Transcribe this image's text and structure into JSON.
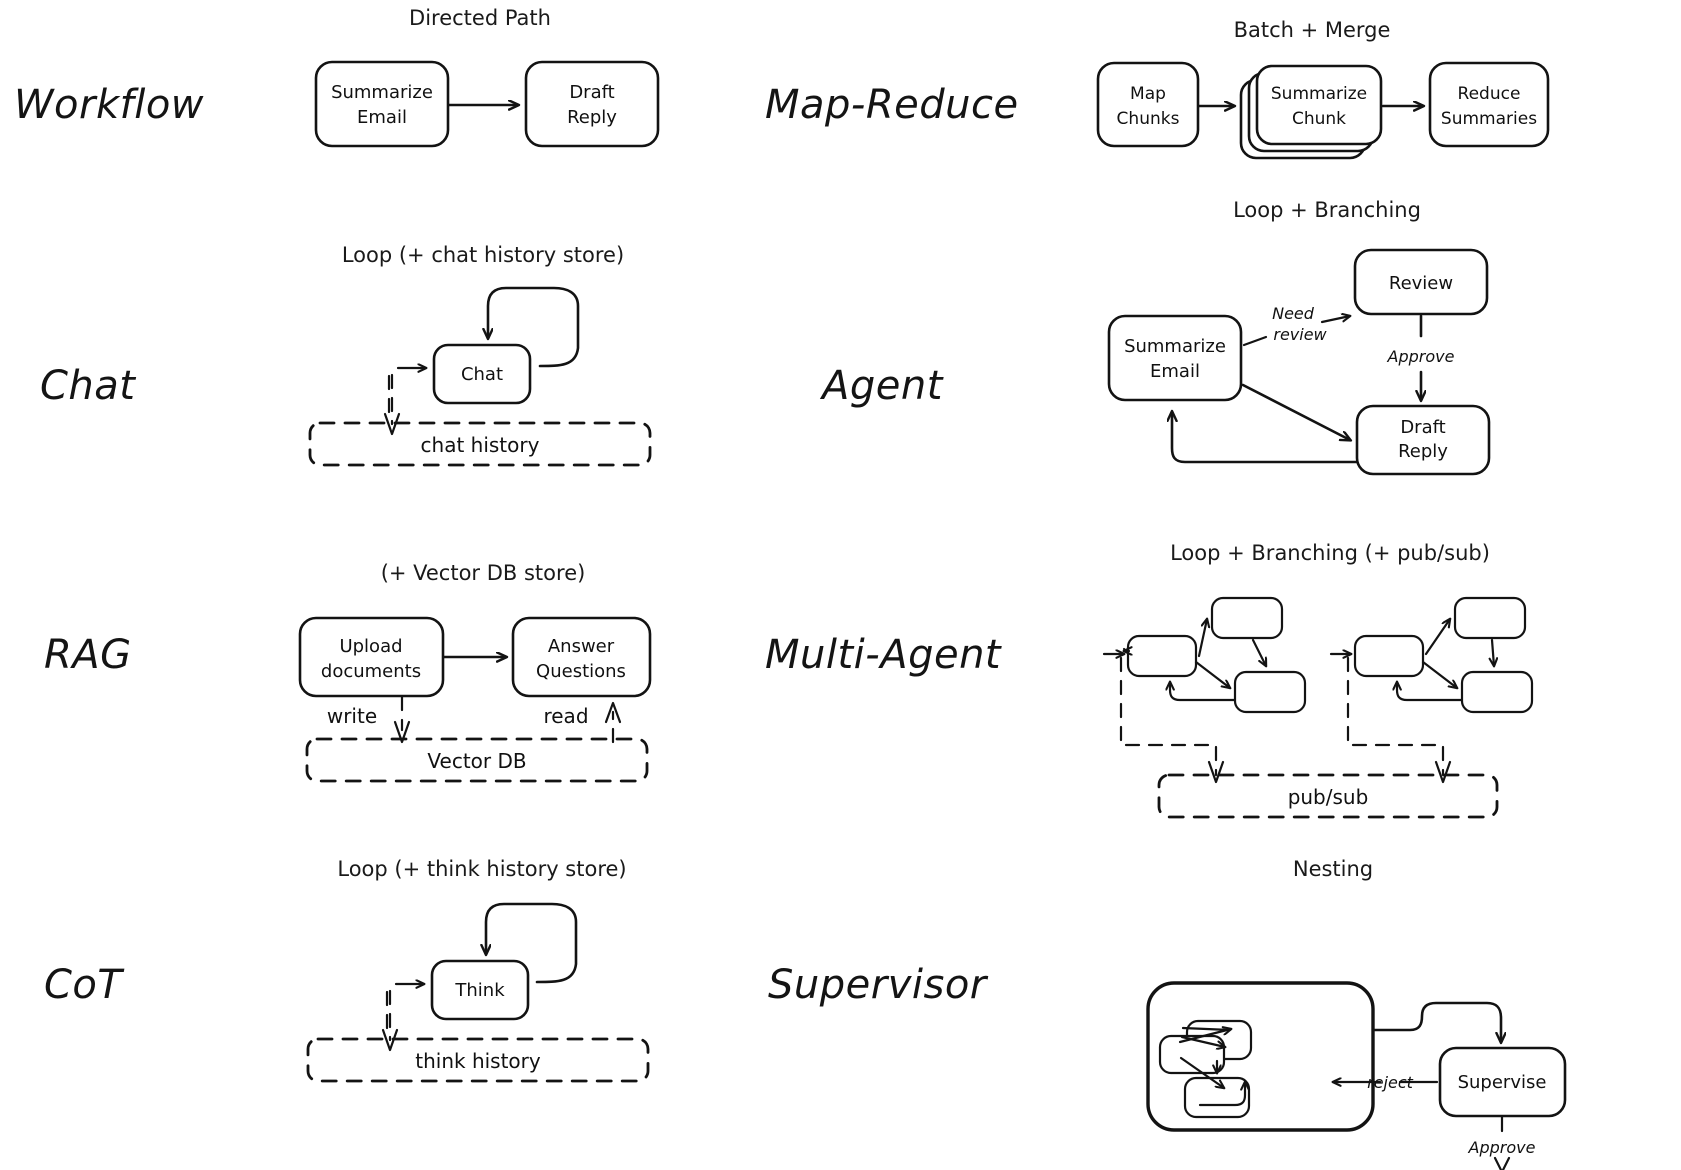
{
  "title_note": "Agent architecture patterns diagram",
  "rows": [
    {
      "label": "Workflow",
      "caption": "Directed Path",
      "nodes": [
        "Summarize Email",
        "Draft Reply"
      ]
    },
    {
      "label": "Map-Reduce",
      "caption": "Batch + Merge",
      "nodes": [
        "Map Chunks",
        "Summarize Chunk",
        "Reduce Summaries"
      ]
    },
    {
      "label": "Chat",
      "caption": "Loop (+ chat history store)",
      "nodes": [
        "Chat"
      ],
      "store": "chat history"
    },
    {
      "label": "Agent",
      "caption": "Loop + Branching",
      "nodes": [
        "Summarize Email",
        "Review",
        "Draft Reply"
      ],
      "edge_labels": [
        "Need",
        "review",
        "Approve"
      ]
    },
    {
      "label": "RAG",
      "caption": "(+ Vector DB store)",
      "nodes": [
        "Upload documents",
        "Answer Questions"
      ],
      "store": "Vector DB",
      "edge_labels": [
        "write",
        "read"
      ]
    },
    {
      "label": "Multi-Agent",
      "caption": "Loop + Branching (+ pub/sub)",
      "store": "pub/sub"
    },
    {
      "label": "CoT",
      "caption": "Loop (+ think history store)",
      "nodes": [
        "Think"
      ],
      "store": "think history"
    },
    {
      "label": "Supervisor",
      "caption": "Nesting",
      "nodes": [
        "Supervise"
      ],
      "edge_labels": [
        "reject",
        "Approve"
      ]
    }
  ],
  "labels": {
    "workflow": "Workflow",
    "map_reduce": "Map-Reduce",
    "chat": "Chat",
    "agent": "Agent",
    "rag": "RAG",
    "multi_agent": "Multi-Agent",
    "cot": "CoT",
    "supervisor": "Supervisor"
  },
  "captions": {
    "directed_path": "Directed Path",
    "batch_merge": "Batch + Merge",
    "chat_loop": "Loop (+ chat history store)",
    "agent_loop": "Loop + Branching",
    "rag_store": "(+ Vector DB store)",
    "multi_agent_loop": "Loop + Branching (+ pub/sub)",
    "cot_loop": "Loop (+ think history store)",
    "nesting": "Nesting"
  },
  "nodes": {
    "summarize_email_1": "Summarize",
    "summarize_email_2": "Email",
    "draft_reply_1": "Draft",
    "draft_reply_2": "Reply",
    "map_chunks_1": "Map",
    "map_chunks_2": "Chunks",
    "summarize_chunk_1": "Summarize",
    "summarize_chunk_2": "Chunk",
    "reduce_summaries_1": "Reduce",
    "reduce_summaries_2": "Summaries",
    "chat": "Chat",
    "agent_summarize_1": "Summarize",
    "agent_summarize_2": "Email",
    "review": "Review",
    "agent_draft_1": "Draft",
    "agent_draft_2": "Reply",
    "upload_documents_1": "Upload",
    "upload_documents_2": "documents",
    "answer_questions_1": "Answer",
    "answer_questions_2": "Questions",
    "think": "Think",
    "supervise": "Supervise"
  },
  "stores": {
    "chat_history": "chat history",
    "vector_db": "Vector DB",
    "pub_sub": "pub/sub",
    "think_history": "think history"
  },
  "edge_labels": {
    "need": "Need",
    "review_lower": "review",
    "approve": "Approve",
    "write": "write",
    "read": "read",
    "reject": "reject",
    "supervisor_approve": "Approve"
  },
  "colors": {
    "ink": "#131313",
    "background": "#ffffff"
  }
}
